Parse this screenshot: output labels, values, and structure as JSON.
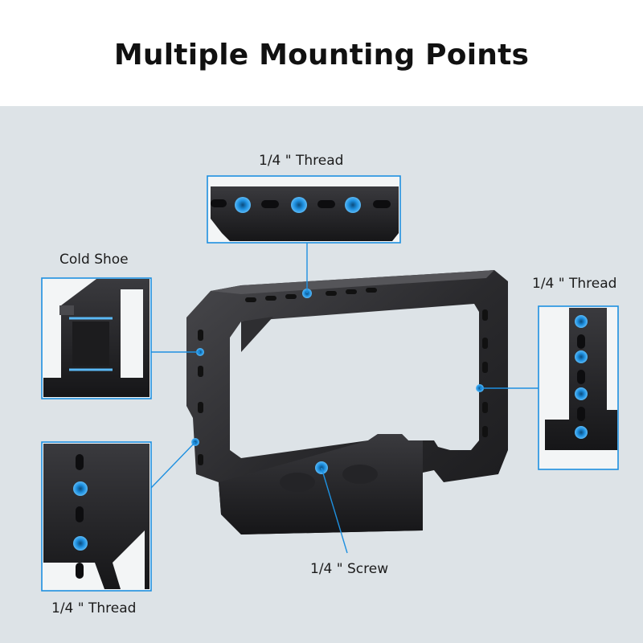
{
  "title": "Multiple Mounting Points",
  "callouts": {
    "top": "1/4 \" Thread",
    "cold_shoe": "Cold Shoe",
    "right": "1/4 \" Thread",
    "bottom_left": "1/4 \" Thread",
    "screw": "1/4 \"  Screw"
  },
  "colors": {
    "accent": "#1e90e0",
    "metal": "#2b2b2d",
    "background": "#dde3e7"
  }
}
